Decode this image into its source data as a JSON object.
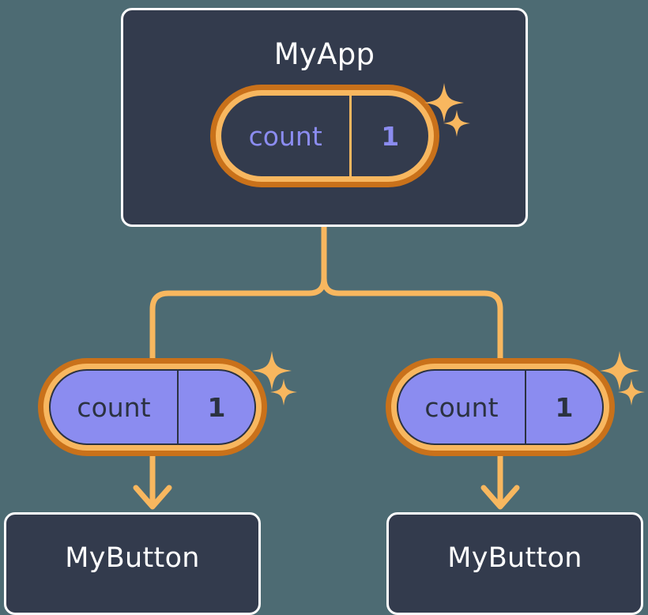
{
  "diagram": {
    "title": "React component tree with shared count state",
    "background_color": "#4d6b73",
    "palette": {
      "card_fill": "#333b4d",
      "card_border": "#ffffff",
      "connector": "#f8b75f",
      "ring_outer": "#c9711a",
      "ring_inner": "#f8b75f",
      "state_fill": "#8b8cf0",
      "state_text_dark": "#2b3240",
      "state_text_light": "#8b8cf0"
    }
  },
  "nodes": {
    "root": {
      "label": "MyApp",
      "state": {
        "key": "count",
        "value": "1"
      },
      "sparkles": 2
    },
    "state_left": {
      "key": "count",
      "value": "1",
      "sparkles": 2
    },
    "state_right": {
      "key": "count",
      "value": "1",
      "sparkles": 2
    },
    "leaf_left": {
      "label": "MyButton"
    },
    "leaf_right": {
      "label": "MyButton"
    }
  },
  "edges": [
    {
      "from": "root",
      "to": "state_left",
      "style": "elbow"
    },
    {
      "from": "root",
      "to": "state_right",
      "style": "elbow"
    },
    {
      "from": "state_left",
      "to": "leaf_left",
      "style": "arrow"
    },
    {
      "from": "state_right",
      "to": "leaf_right",
      "style": "arrow"
    }
  ],
  "icons": {
    "sparkle": "sparkle-icon"
  }
}
